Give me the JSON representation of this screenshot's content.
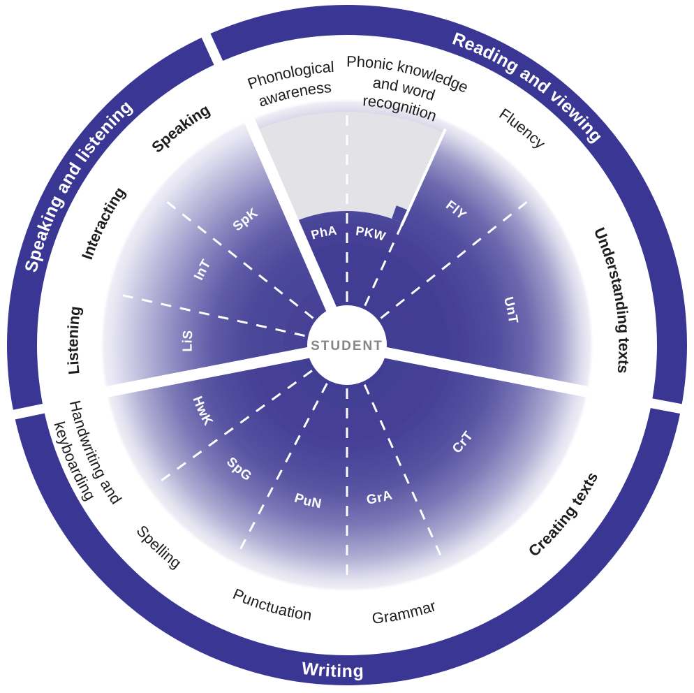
{
  "center": {
    "label": "STUDENT"
  },
  "outer_ring": {
    "speaking_listening": "Speaking and listening",
    "reading_viewing": "Reading and viewing",
    "writing": "Writing"
  },
  "sub_elements": {
    "speaking": {
      "label": "Speaking",
      "abbr": "SpK"
    },
    "interacting": {
      "label": "Interacting",
      "abbr": "InT"
    },
    "listening": {
      "label": "Listening",
      "abbr": "LiS"
    },
    "phonological_awareness": {
      "lines": [
        "Phonological",
        "awareness"
      ],
      "abbr": "PhA"
    },
    "phonic_knowledge": {
      "lines": [
        "Phonic knowledge",
        "and word",
        "recognition"
      ],
      "abbr": "PKW"
    },
    "fluency": {
      "label": "Fluency",
      "abbr": "FlY"
    },
    "understanding_texts": {
      "label": "Understanding texts",
      "abbr": "UnT"
    },
    "creating_texts": {
      "label": "Creating texts",
      "abbr": "CrT"
    },
    "grammar": {
      "label": "Grammar",
      "abbr": "GrA"
    },
    "punctuation": {
      "label": "Punctuation",
      "abbr": "PuN"
    },
    "spelling": {
      "label": "Spelling",
      "abbr": "SpG"
    },
    "handwriting": {
      "lines": [
        "Handwriting and",
        "keyboarding"
      ],
      "abbr": "HwK"
    }
  },
  "colors": {
    "outer_ring": "#3a3693",
    "disc_dark": "#403c92",
    "disc_light": "#efeef7",
    "gray_sector": "#e3e2e6",
    "purple_stub": "#4a469b",
    "student_text": "#858585",
    "label_text": "#1d1d1b",
    "background": "#ffffff"
  }
}
